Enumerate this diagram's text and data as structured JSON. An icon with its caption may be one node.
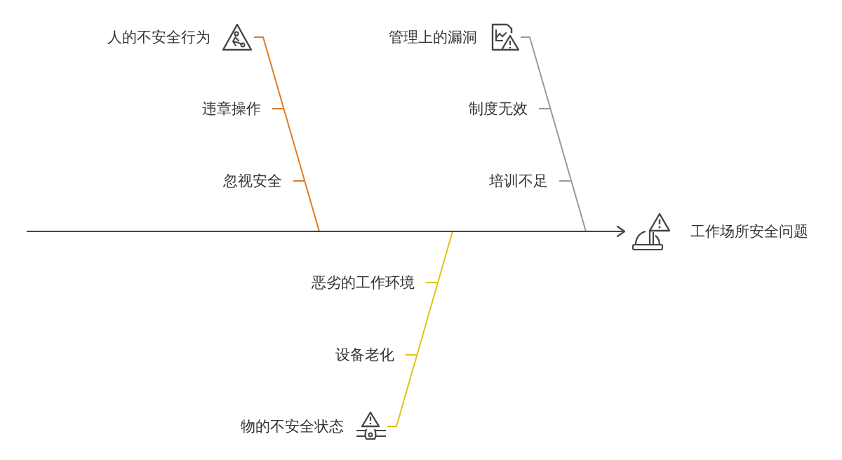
{
  "diagram": {
    "nodes": [
      {
        "text": [
          "人的不安全行为"
        ]
      },
      {
        "text": [
          "违章操作"
        ]
      },
      {
        "text": [
          "忽视安全"
        ]
      },
      {
        "text": [
          "管理上的漏洞"
        ]
      },
      {
        "text": [
          "制度无效"
        ]
      },
      {
        "text": [
          "培训不足"
        ]
      },
      {
        "text": [
          "恶劣的工作环境"
        ]
      },
      {
        "text": [
          "设备老化"
        ]
      },
      {
        "text": [
          "物的不安全状态"
        ]
      },
      {
        "text": [
          "工作场所安全问题"
        ]
      }
    ],
    "edges": [
      {
        "from": 0,
        "to": 9,
        "arrow": "none",
        "color": "#e07b22"
      },
      {
        "from": 1,
        "to": null,
        "arrow": "none",
        "color": "#e07b22"
      },
      {
        "from": 2,
        "to": null,
        "arrow": "none",
        "color": "#e07b22"
      },
      {
        "from": 3,
        "to": 9,
        "arrow": "none",
        "color": "#999999"
      },
      {
        "from": 4,
        "to": null,
        "arrow": "none",
        "color": "#999999"
      },
      {
        "from": 5,
        "to": null,
        "arrow": "none",
        "color": "#999999"
      },
      {
        "from": 8,
        "to": 9,
        "arrow": "none",
        "color": "#dfc31c"
      },
      {
        "from": 6,
        "to": null,
        "arrow": "none",
        "color": "#dfc31c"
      },
      {
        "from": 7,
        "to": null,
        "arrow": "none",
        "color": "#dfc31c"
      },
      {
        "from": null,
        "to": 9,
        "arrow": "to",
        "color": "#444444"
      }
    ]
  }
}
